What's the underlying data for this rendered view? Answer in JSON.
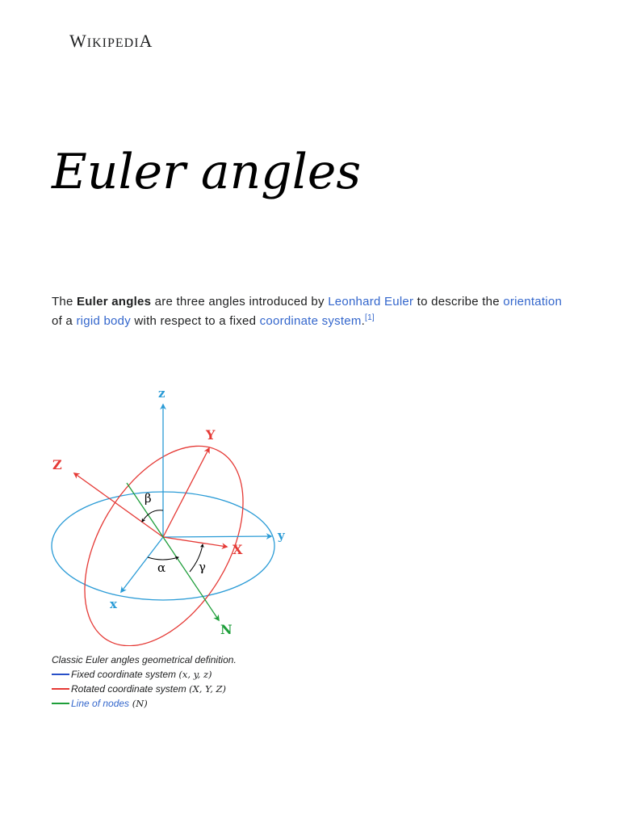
{
  "header": {
    "wordmark_w": "W",
    "wordmark_middle": "IKIPEDI",
    "wordmark_a": "A"
  },
  "page": {
    "title": "Euler angles"
  },
  "lead": {
    "p1": "The ",
    "bold": "Euler angles",
    "p2": " are three angles introduced by ",
    "link_euler": "Leonhard Euler",
    "p3": " to describe the ",
    "link_orientation": "orientation",
    "p4": " of a ",
    "link_rigid_body": "rigid body",
    "p5": " with respect to a fixed ",
    "link_coordinate_system": "coordinate system",
    "p6": ".",
    "ref": "[1]"
  },
  "figure": {
    "labels": {
      "z": "z",
      "y": "y",
      "x": "x",
      "Z": "Z",
      "Y": "Y",
      "X": "X",
      "N": "N",
      "alpha": "α",
      "beta": "β",
      "gamma": "γ"
    },
    "colors": {
      "fixed": "#2a9bd6",
      "rotated": "#e53935",
      "nodes": "#1e9e3a"
    }
  },
  "caption": {
    "title": "Classic Euler angles geometrical definition.",
    "item1_text": "Fixed coordinate system ",
    "item1_math": "(x, y, z)",
    "item2_text": "Rotated coordinate system ",
    "item2_math": "(X, Y, Z)",
    "item3_link": "Line of nodes",
    "item3_math": " (N)",
    "colors": {
      "line1": "#2850c8",
      "line2": "#e53935",
      "line3": "#1e9e3a"
    }
  }
}
